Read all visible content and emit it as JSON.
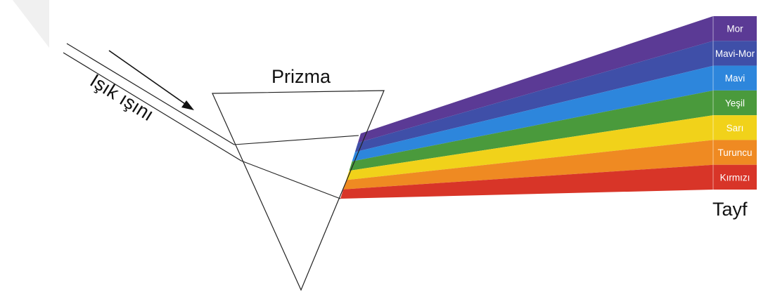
{
  "labels": {
    "light_ray": "Işık ışını",
    "prism": "Prizma",
    "spectrum": "Tayf"
  },
  "bands": [
    {
      "name": "Mor",
      "color": "#5b3a95"
    },
    {
      "name": "Mavi-Mor",
      "color": "#3f4fa8"
    },
    {
      "name": "Mavi",
      "color": "#2d86dc"
    },
    {
      "name": "Yeşil",
      "color": "#4a9a3c"
    },
    {
      "name": "Sarı",
      "color": "#f1d21a"
    },
    {
      "name": "Turuncu",
      "color": "#ef8a22"
    },
    {
      "name": "Kırmızı",
      "color": "#d83528"
    }
  ]
}
